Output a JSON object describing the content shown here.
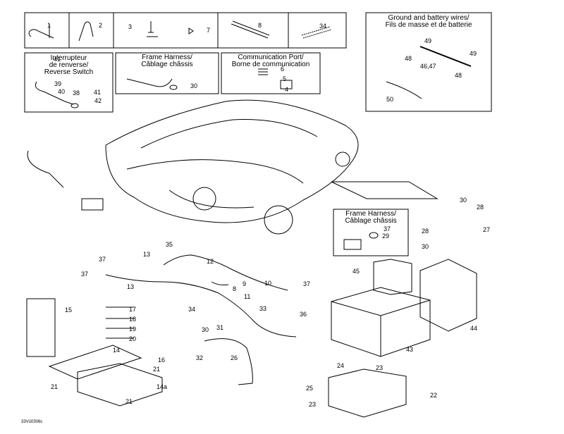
{
  "drawing_code": "33Vü0306c",
  "insets": {
    "frame_harness_top": {
      "line1": "Frame Harness/",
      "line2": "Câblage châssis"
    },
    "comm_port": {
      "line1": "Communication Port/",
      "line2": "Borne de communication"
    },
    "ground_battery": {
      "line1": "Ground and battery wires/",
      "line2": "Fils de masse et de batterie"
    },
    "reverse_switch": {
      "line1": "Interrupteur",
      "line2": "de renverse/",
      "line3": "Reverse Switch"
    },
    "frame_harness_right": {
      "line1": "Frame Harness/",
      "line2": "Câblage châssis"
    }
  },
  "callouts": [
    "1",
    "2",
    "3",
    "7",
    "8",
    "34",
    "49",
    "48",
    "49",
    "46,47",
    "48",
    "50",
    "6",
    "5",
    "4",
    "30",
    "41",
    "39",
    "40",
    "38",
    "41",
    "42",
    "37",
    "29",
    "30",
    "28",
    "28",
    "27",
    "30",
    "35",
    "37",
    "13",
    "37",
    "13",
    "12",
    "9",
    "8",
    "10",
    "37",
    "11",
    "34",
    "33",
    "36",
    "15",
    "17",
    "18",
    "19",
    "20",
    "14",
    "16",
    "21",
    "14a",
    "21",
    "21",
    "30",
    "31",
    "32",
    "26",
    "45",
    "43",
    "44",
    "24",
    "23",
    "25",
    "22",
    "23"
  ],
  "colors": {
    "line": "#000000",
    "background": "#ffffff"
  }
}
